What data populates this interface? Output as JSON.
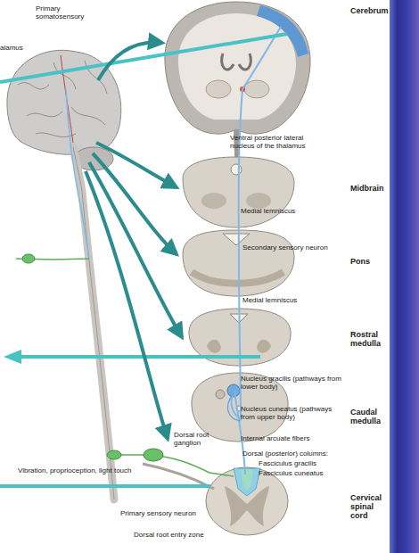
{
  "diagram": {
    "labels": [
      "Cerebrum",
      "Primary somatosensory",
      "alamus",
      "Ventral posterior lateral nucleus of the thalamus",
      "Midbrain",
      "Medial lemniscus",
      "Secondary sensory neuron",
      "Pons",
      "Medial lemniscus",
      "Rostral medulla",
      "Nucleus gracilis (pathways from lower body)",
      "Caudal medulla",
      "Nucleus cuneatus (pathways from upper body)",
      "Internal arcuate fibers",
      "Dorsal root ganglion",
      "Vibration, proprioception, light touch",
      "Dorsal (posterior) columns:",
      "Fasciculus gracilis",
      "Fasciculus cuneatus",
      "Cervical spinal cord",
      "Primary sensory neuron",
      "Dorsal root entry zone"
    ]
  }
}
